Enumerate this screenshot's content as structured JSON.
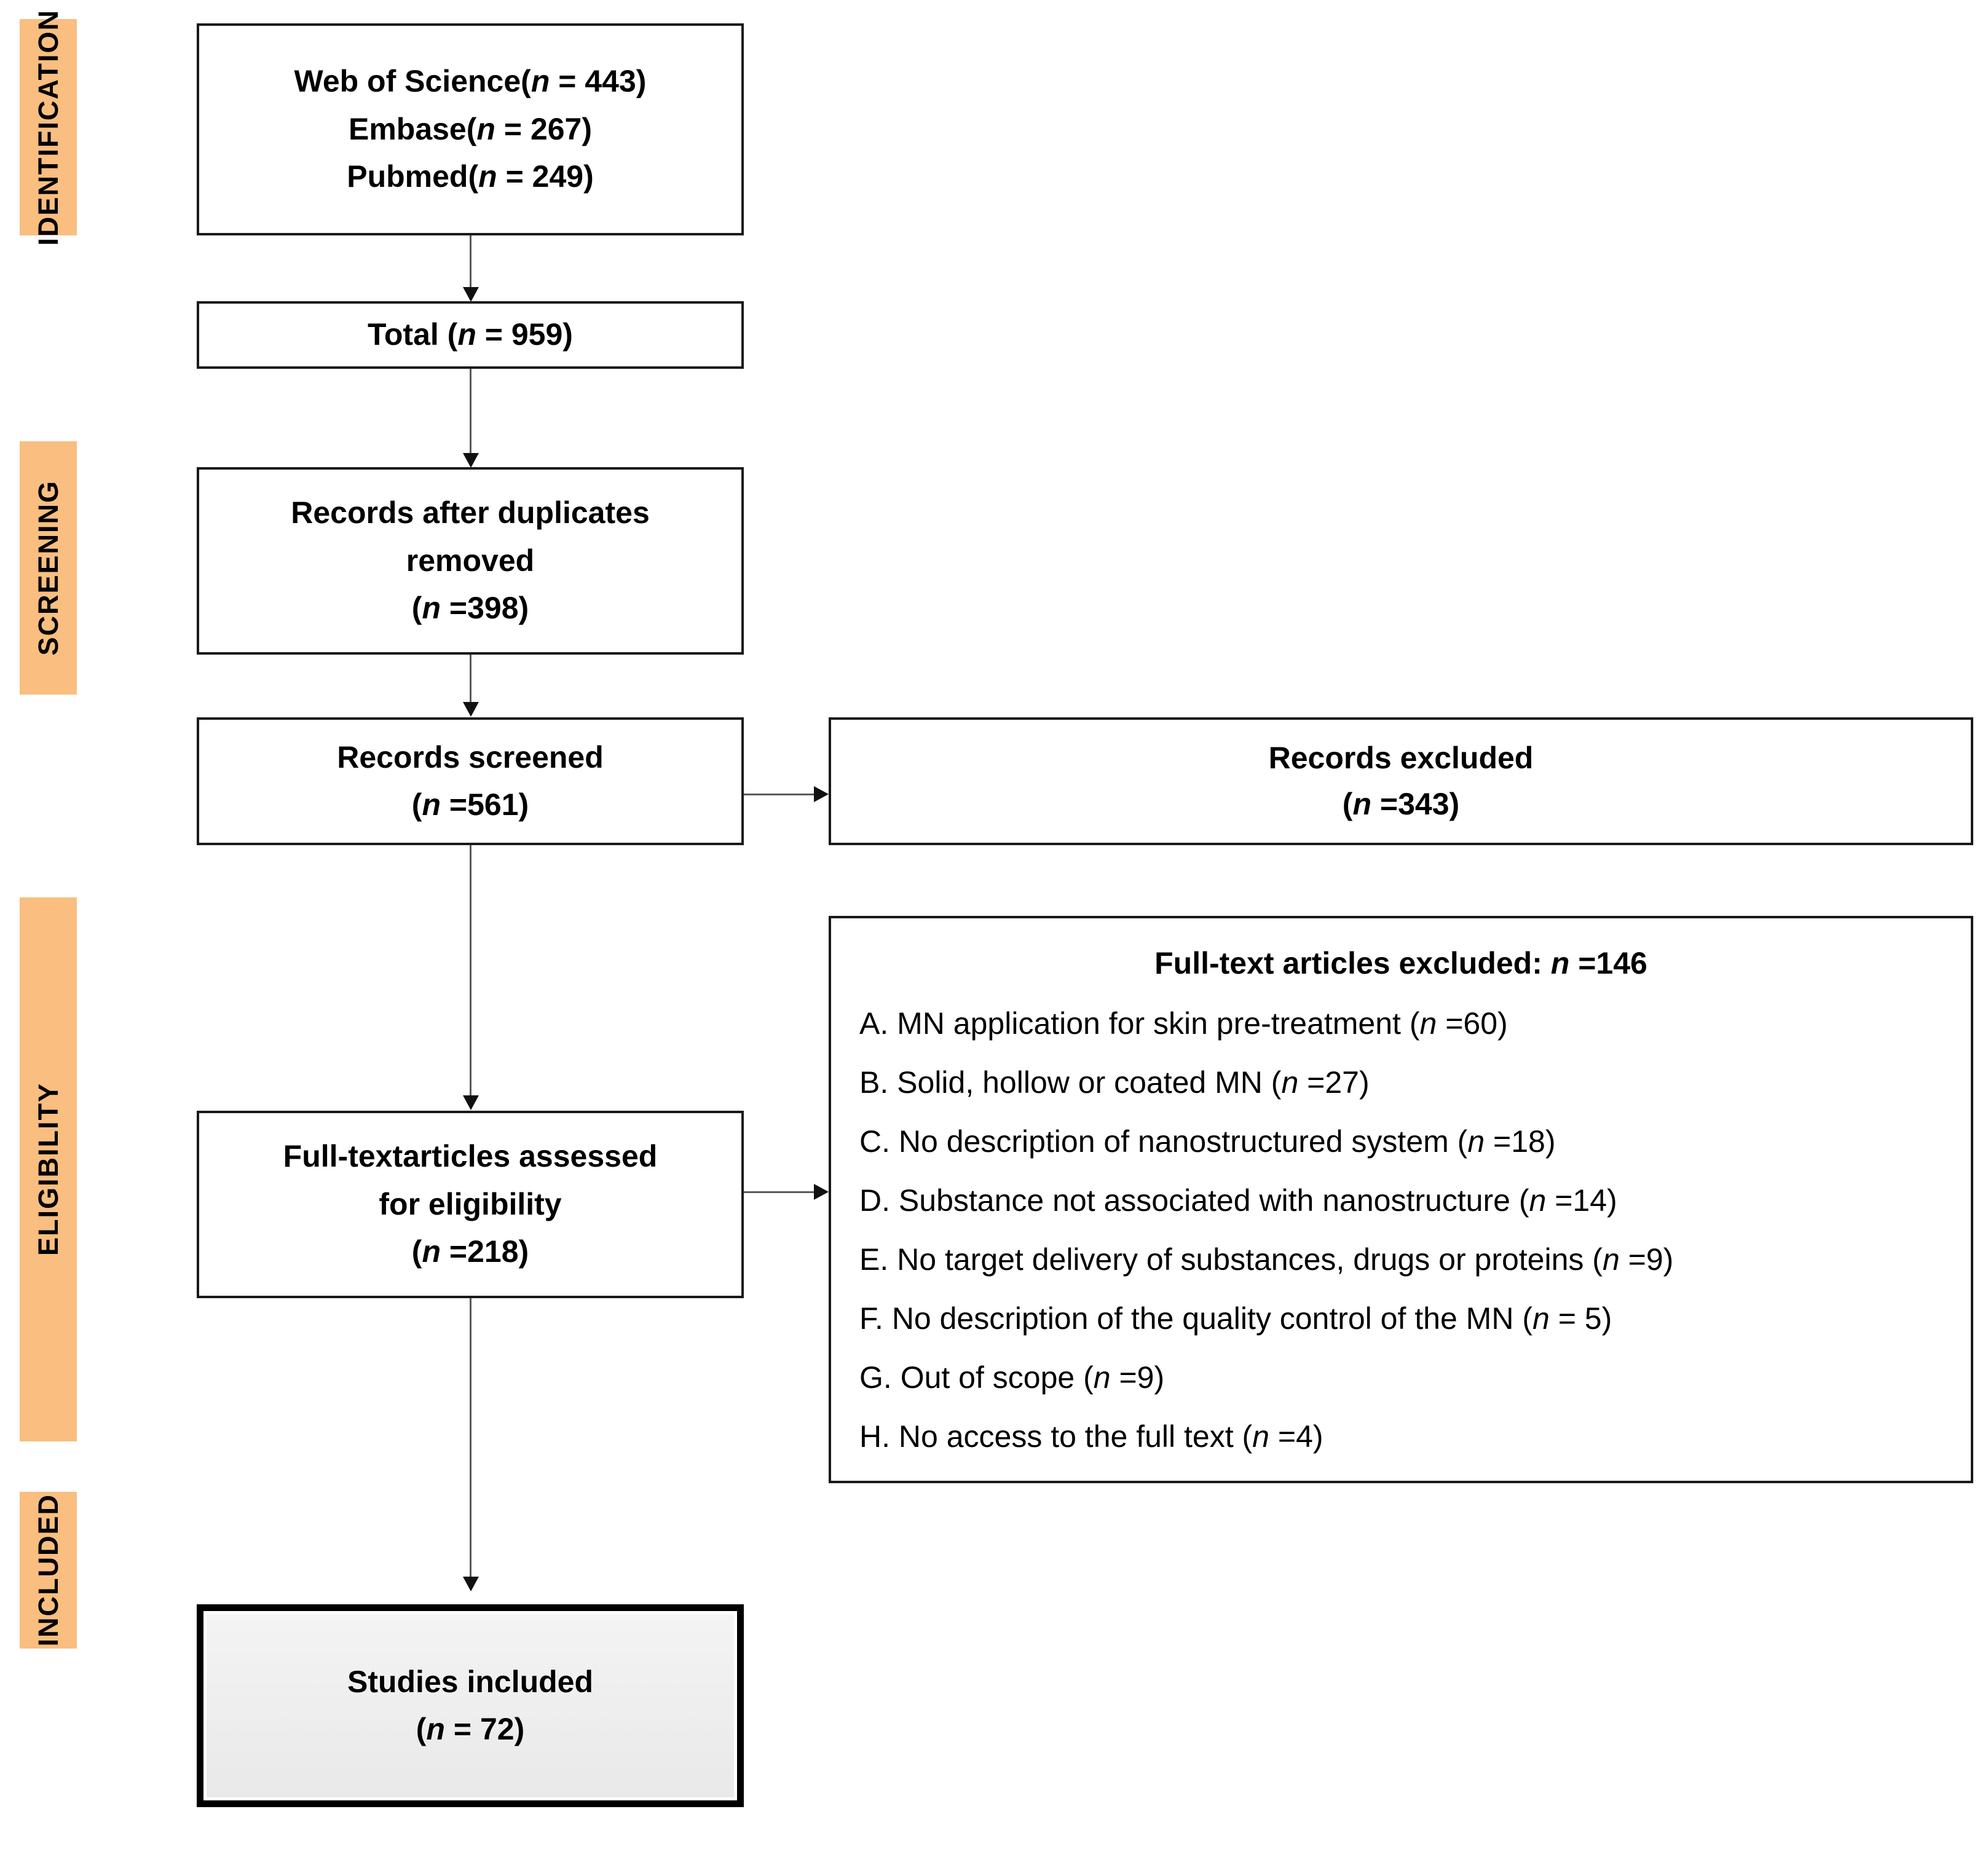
{
  "diagram": {
    "title": "PRISMA flow diagram",
    "accent_color": "#F9BE80",
    "box_border_color": "#1a1a1a",
    "connector_color": "#5a5a5a"
  },
  "stages": [
    {
      "id": "identification",
      "label": "IDENTIFICATION"
    },
    {
      "id": "screening",
      "label": "SCREENING"
    },
    {
      "id": "eligibility",
      "label": "ELIGIBILITY"
    },
    {
      "id": "included",
      "label": "INCLUDED"
    }
  ],
  "boxes": {
    "sources": {
      "lines": [
        {
          "label": "Web of Science",
          "n_prefix": "(",
          "n_sep": " = ",
          "count": "443",
          "n_suffix": ")"
        },
        {
          "label": "Embase",
          "n_prefix": "(",
          "n_sep": " = ",
          "count": "267",
          "n_suffix": ")"
        },
        {
          "label": "Pubmed",
          "n_prefix": "(",
          "n_sep": " = ",
          "count": "249",
          "n_suffix": ")"
        }
      ]
    },
    "total": {
      "label": "Total",
      "n_sep": " = ",
      "count": "959"
    },
    "duplicates_removed": {
      "line1": "Records after duplicates",
      "line2": "removed",
      "n_sep": " =",
      "count": "398"
    },
    "records_screened": {
      "label": "Records screened",
      "n_sep": " =",
      "count": "561"
    },
    "records_excluded": {
      "label": "Records excluded",
      "n_sep": " =",
      "count": "343"
    },
    "fulltext_assessed": {
      "line1": "Full-textarticles assessed",
      "line2": "for eligibility",
      "n_sep": " =",
      "count": "218"
    },
    "fulltext_excluded": {
      "title_text": "Full-text articles excluded: ",
      "title_n_sep": " =",
      "title_count": "146",
      "reasons": [
        {
          "letter": "A.",
          "text": "MN application for skin pre-treatment",
          "n_sep": " =",
          "count": "60"
        },
        {
          "letter": "B.",
          "text": "Solid, hollow or coated MN",
          "n_sep": " =",
          "count": "27"
        },
        {
          "letter": "C.",
          "text": "No description of nanostructured system",
          "n_sep": " =",
          "count": "18"
        },
        {
          "letter": "D.",
          "text": "Substance not associated with nanostructure",
          "n_sep": " =",
          "count": "14"
        },
        {
          "letter": "E.",
          "text": "No target delivery of substances, drugs or proteins",
          "n_sep": " =",
          "count": "9"
        },
        {
          "letter": "F.",
          "text": "No description of the quality control of the MN",
          "n_sep": " = ",
          "count": "5"
        },
        {
          "letter": "G.",
          "text": "Out of scope",
          "n_sep": " =",
          "count": "9"
        },
        {
          "letter": "H.",
          "text": "No access to the full text",
          "n_sep": " =",
          "count": "4"
        }
      ]
    },
    "studies_included": {
      "label": "Studies included",
      "n_sep": " = ",
      "count": "72"
    }
  },
  "chart_data": {
    "type": "flowchart",
    "title": "PRISMA study selection flow diagram",
    "stages": [
      "IDENTIFICATION",
      "SCREENING",
      "ELIGIBILITY",
      "INCLUDED"
    ],
    "nodes": [
      {
        "id": "sources",
        "stage": "IDENTIFICATION",
        "label": "Web of Science / Embase / Pubmed",
        "values": {
          "Web of Science": 443,
          "Embase": 267,
          "Pubmed": 249
        }
      },
      {
        "id": "total",
        "stage": "IDENTIFICATION",
        "label": "Total",
        "n": 959
      },
      {
        "id": "duplicates_removed",
        "stage": "SCREENING",
        "label": "Records after duplicates removed",
        "n": 398
      },
      {
        "id": "records_screened",
        "stage": "SCREENING",
        "label": "Records screened",
        "n": 561
      },
      {
        "id": "records_excluded",
        "stage": "SCREENING",
        "label": "Records excluded",
        "n": 343
      },
      {
        "id": "fulltext_assessed",
        "stage": "ELIGIBILITY",
        "label": "Full-text articles assessed for eligibility",
        "n": 218
      },
      {
        "id": "fulltext_excluded",
        "stage": "ELIGIBILITY",
        "label": "Full-text articles excluded",
        "n": 146,
        "breakdown": {
          "A. MN application for skin pre-treatment": 60,
          "B. Solid, hollow or coated MN": 27,
          "C. No description of nanostructured system": 18,
          "D. Substance not associated with nanostructure": 14,
          "E. No target delivery of substances, drugs or proteins": 9,
          "F. No description of the quality control of the MN": 5,
          "G. Out of scope": 9,
          "H. No access to the full text": 4
        }
      },
      {
        "id": "studies_included",
        "stage": "INCLUDED",
        "label": "Studies included",
        "n": 72
      }
    ],
    "edges": [
      {
        "from": "sources",
        "to": "total"
      },
      {
        "from": "total",
        "to": "duplicates_removed"
      },
      {
        "from": "duplicates_removed",
        "to": "records_screened"
      },
      {
        "from": "records_screened",
        "to": "records_excluded"
      },
      {
        "from": "records_screened",
        "to": "fulltext_assessed"
      },
      {
        "from": "fulltext_assessed",
        "to": "fulltext_excluded"
      },
      {
        "from": "fulltext_assessed",
        "to": "studies_included"
      }
    ]
  }
}
